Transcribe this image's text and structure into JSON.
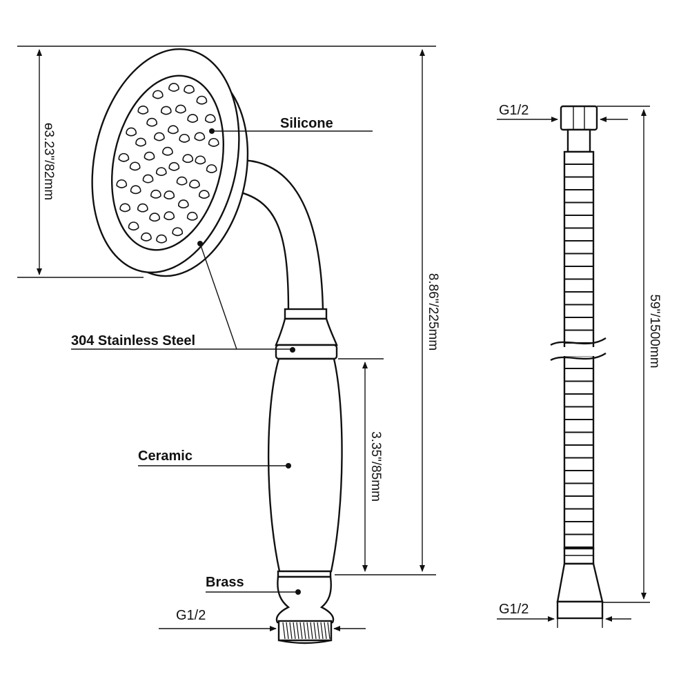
{
  "labels": {
    "silicone": "Silicone",
    "steel": "304 Stainless Steel",
    "ceramic": "Ceramic",
    "brass": "Brass",
    "g12_handle": "G1/2",
    "g12_hose_top": "G1/2",
    "g12_hose_bottom": "G1/2"
  },
  "dimensions": {
    "head_diameter": "ɵ3.23\"/82mm",
    "total_length": "8.86\"/225mm",
    "handle_length": "3.35\"/85mm",
    "hose_length": "59\"/1500mm"
  }
}
